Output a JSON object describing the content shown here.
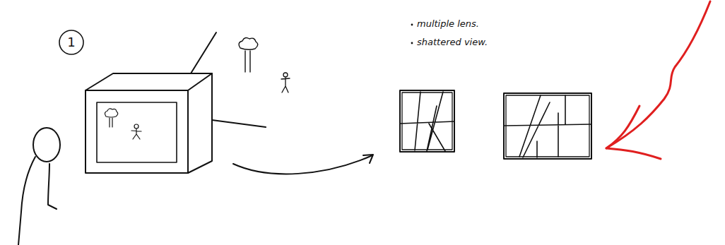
{
  "diagram": {
    "labels": [
      "1",
      "multiple lens.",
      "shattered view."
    ]
  }
}
